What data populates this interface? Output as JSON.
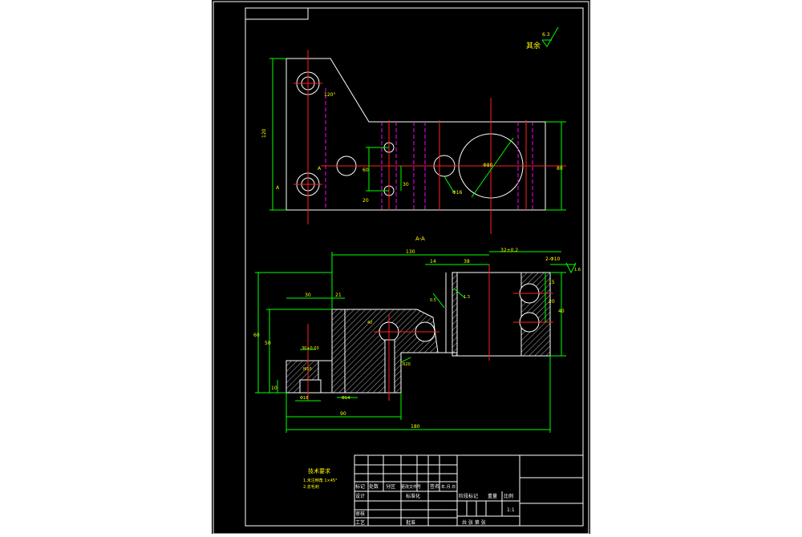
{
  "drawing": {
    "roughness_label": "其余",
    "roughness_value": "6.3",
    "section_label": "A-A",
    "section_mark_top": "A",
    "section_mark_bottom": "A"
  },
  "top_view": {
    "dims": {
      "overall_height": "120",
      "angle": "120°",
      "slot_upper": "60",
      "slot_lower": "20",
      "slot_gap": "30",
      "small_hole": "Φ16",
      "big_hole": "Φ80",
      "right_height": "80"
    }
  },
  "section_view": {
    "dims": {
      "overall_length": "130",
      "offset_14": "14",
      "offset_38": "38",
      "right_tol": "32±0.2",
      "right_hole": "2-Φ10",
      "width_90": "90",
      "width_40": "40",
      "base_180": "180",
      "left_30": "30",
      "left_21": "21",
      "ht_60": "60",
      "ht_50": "50",
      "ht_10": "10",
      "hole_14": "Φ14",
      "hole_18": "Φ18",
      "thread": "M10",
      "left_slot": "30+0.03",
      "chamfer": "0.5",
      "tol_13": "1.3",
      "r_20": "R20",
      "r_16": "15",
      "r_ht": "20",
      "r_ht2": "40",
      "roughness_a": "1.6"
    }
  },
  "tech_requirements": {
    "title": "技术要求",
    "line1": "1.未注倒角 1×45°",
    "line2": "2.去毛刺"
  },
  "title_block": {
    "marker_label": "标记",
    "count_label": "处数",
    "zone_label": "分区",
    "change_doc_label": "更改文件号",
    "sign_label": "签名",
    "date_label": "年.月.日",
    "design_label": "设计",
    "std_label": "标准化",
    "stage_label": "阶段标记",
    "weight_label": "重量",
    "scale_label": "比例",
    "scale_value": "1:1",
    "review_label": "审核",
    "process_label": "工艺",
    "approve_label": "批准",
    "sheets_label": "共 张 第 张"
  }
}
